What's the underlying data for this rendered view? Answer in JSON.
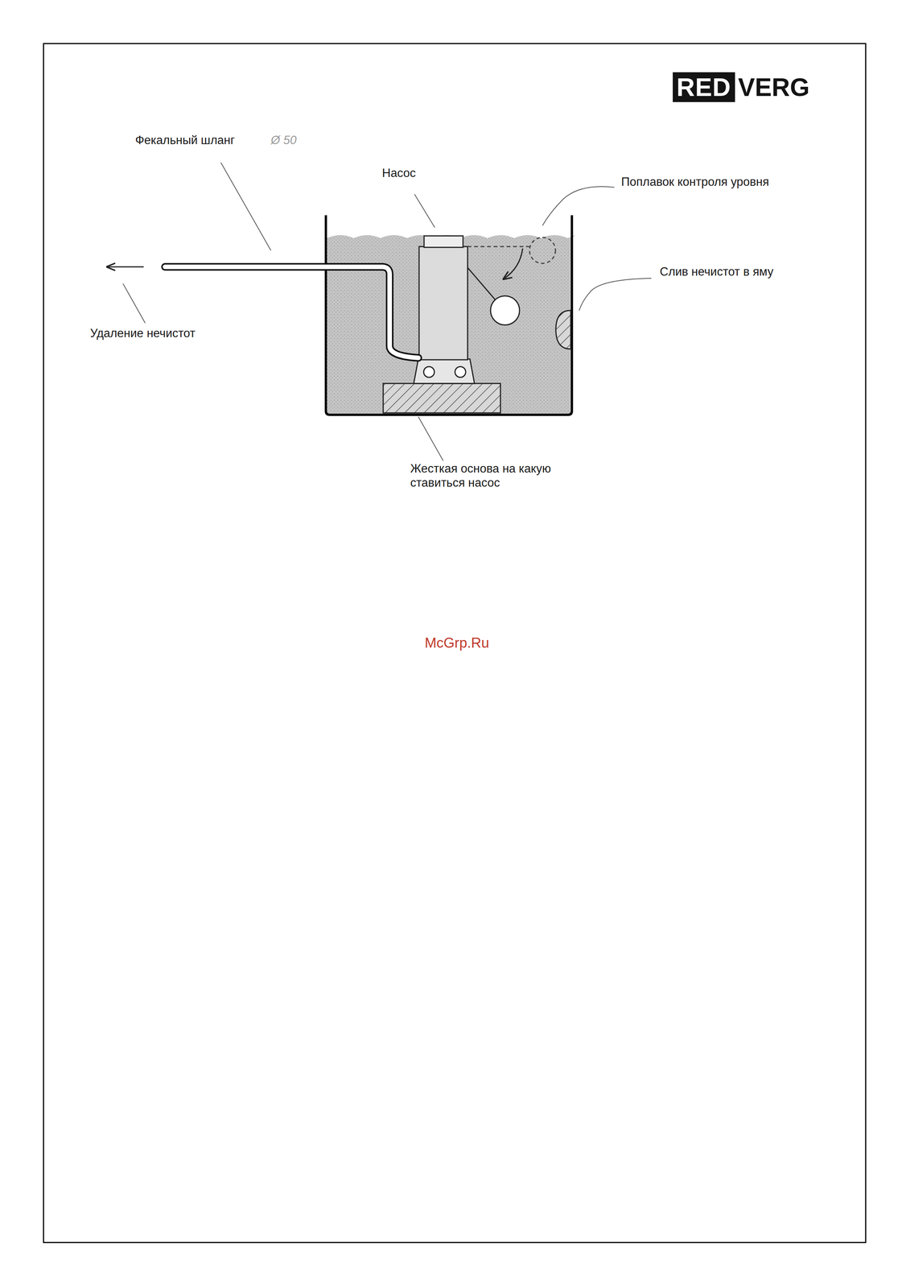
{
  "diagram": {
    "nodes": [
      {
        "text": [
          "RED"
        ]
      }
    ],
    "labels": [
      "VERG",
      "Фекальный шланг",
      "Ø 50",
      "Насос",
      "Поплавок контроля уровня",
      "Слив нечистот в яму",
      "Удаление нечистот",
      "Жесткая основа на какую ставиться насос",
      "McGrp.Ru"
    ]
  }
}
